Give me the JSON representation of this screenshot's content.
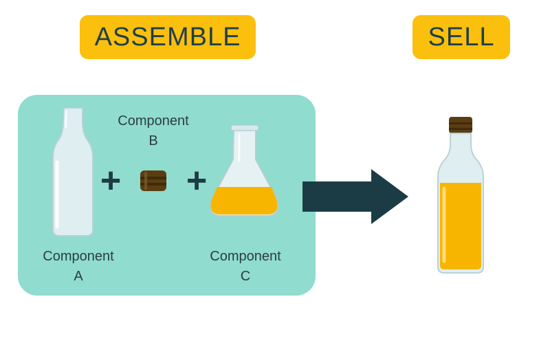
{
  "header": {
    "assemble_label": "ASSEMBLE",
    "sell_label": "SELL"
  },
  "components": {
    "a": {
      "line1": "Component",
      "line2": "A"
    },
    "b": {
      "line1": "Component",
      "line2": "B"
    },
    "c": {
      "line1": "Component",
      "line2": "C"
    }
  },
  "operators": {
    "plus": "+"
  },
  "colors": {
    "badge": "#fbbf0d",
    "panel": "#90dccf",
    "arrow": "#1c3c45",
    "liquid": "#f7b500",
    "cap": "#5a3e12"
  }
}
